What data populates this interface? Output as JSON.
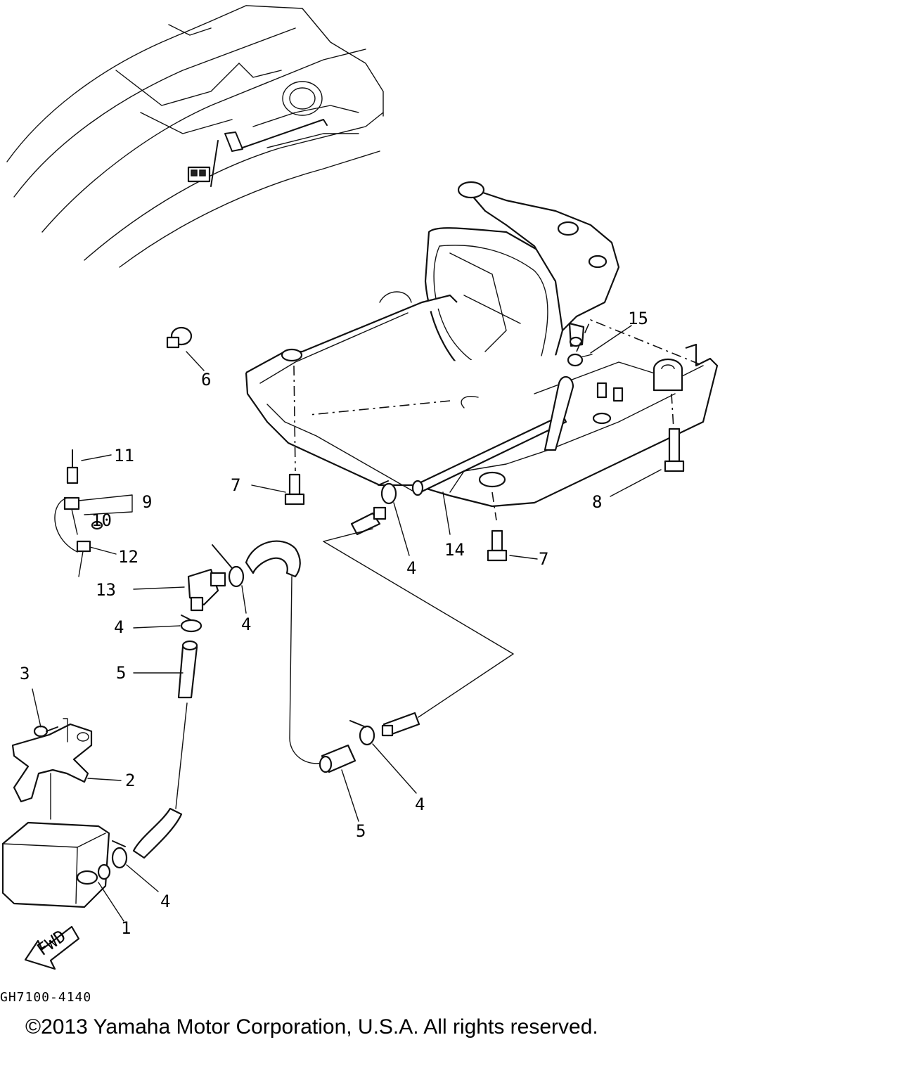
{
  "callouts": [
    "1",
    "2",
    "3",
    "4",
    "4",
    "4",
    "4",
    "4",
    "5",
    "5",
    "6",
    "7",
    "7",
    "8",
    "9",
    "10",
    "11",
    "12",
    "13",
    "14",
    "15"
  ],
  "fwd_label": "FWD",
  "diagram_code": "GH7100-4140",
  "copyright": "©2013 Yamaha Motor Corporation, U.S.A. All rights reserved."
}
